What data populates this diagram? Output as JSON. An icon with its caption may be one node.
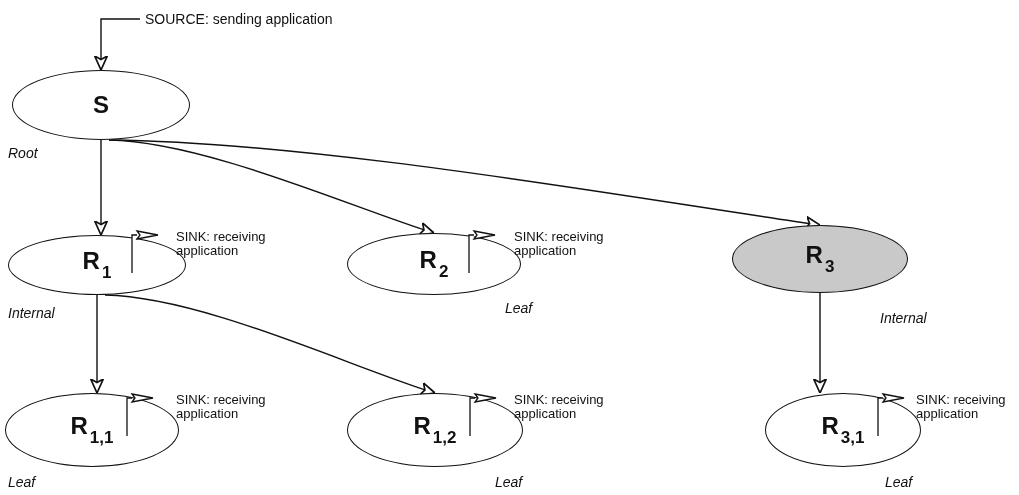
{
  "diagram": {
    "nodes": [
      {
        "text": [
          "SOURCE: sending application"
        ]
      },
      {
        "text": [
          "S"
        ],
        "beside": [
          "Root"
        ]
      },
      {
        "text": [
          "R$_{1}$"
        ],
        "beside": [
          "SINK: receiving application",
          "Internal"
        ]
      },
      {
        "text": [
          "R$_{2}$"
        ],
        "beside": [
          "SINK: receiving application",
          "Leaf"
        ]
      },
      {
        "text": [
          "R$_{3}$"
        ],
        "beside": [
          "Internal"
        ]
      },
      {
        "text": [
          "R$_{1,1}$"
        ],
        "beside": [
          "SINK: receiving application",
          "Leaf"
        ]
      },
      {
        "text": [
          "R$_{1,2}$"
        ],
        "beside": [
          "SINK: receiving application",
          "Leaf"
        ]
      },
      {
        "text": [
          "R$_{3,1}$"
        ],
        "beside": [
          "SINK: receiving application",
          "Leaf"
        ]
      }
    ],
    "edges": [
      {
        "from": 0,
        "to": 1,
        "arrow": "to"
      },
      {
        "from": 1,
        "to": 2,
        "arrow": "to"
      },
      {
        "from": 1,
        "to": 3,
        "arrow": "to"
      },
      {
        "from": 1,
        "to": 4,
        "arrow": "to"
      },
      {
        "from": 2,
        "to": 5,
        "arrow": "to"
      },
      {
        "from": 2,
        "to": 6,
        "arrow": "to"
      },
      {
        "from": 4,
        "to": 7,
        "arrow": "to"
      }
    ]
  }
}
